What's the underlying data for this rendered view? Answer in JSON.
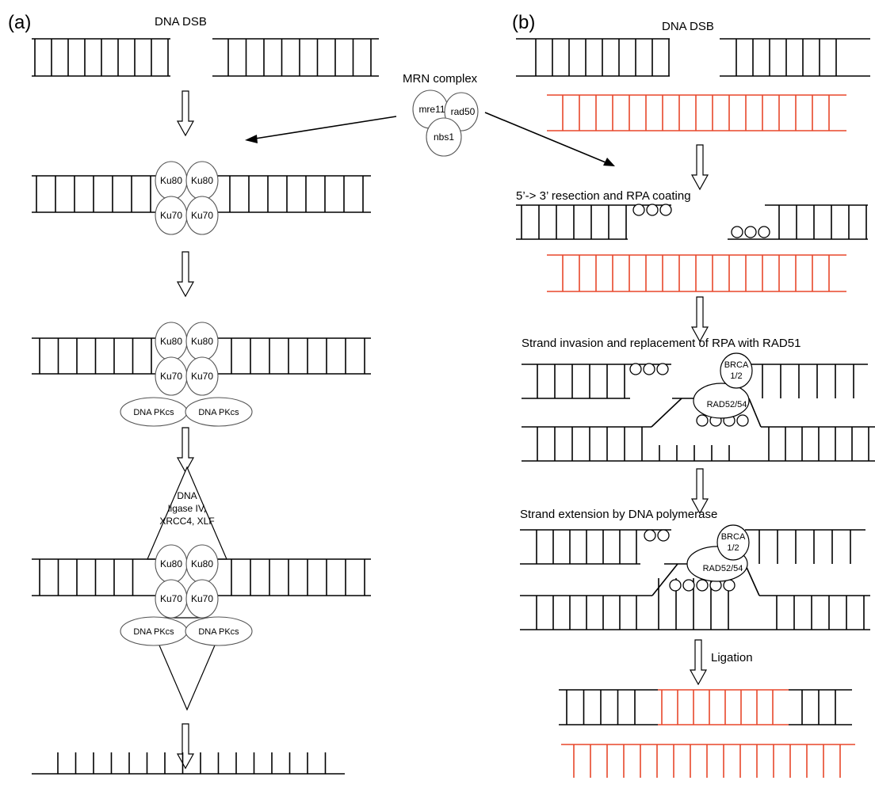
{
  "panels": {
    "a": {
      "label": "(a)",
      "title": "DNA DSB",
      "ku80": "Ku80",
      "ku70": "Ku70",
      "dna_pkcs": "DNA PKcs",
      "ligase_lines": [
        "DNA",
        "ligase IV,",
        "XRCC4, XLF"
      ]
    },
    "b": {
      "label": "(b)",
      "title": "DNA DSB",
      "step_resection": "5’-> 3’ resection and RPA coating",
      "step_invasion": "Strand invasion and replacement of RPA with RAD51",
      "step_extension": "Strand extension by DNA polymerase",
      "step_ligation": "Ligation",
      "brca_lines": [
        "BRCA",
        "1/2"
      ],
      "rad": "RAD52/54"
    }
  },
  "mrn": {
    "title": "MRN complex",
    "mre11": "mre11",
    "rad50": "rad50",
    "nbs1": "nbs1"
  },
  "colors": {
    "strand": "#000000",
    "template_strand": "#e8472a",
    "protein_outline": "#555555"
  }
}
